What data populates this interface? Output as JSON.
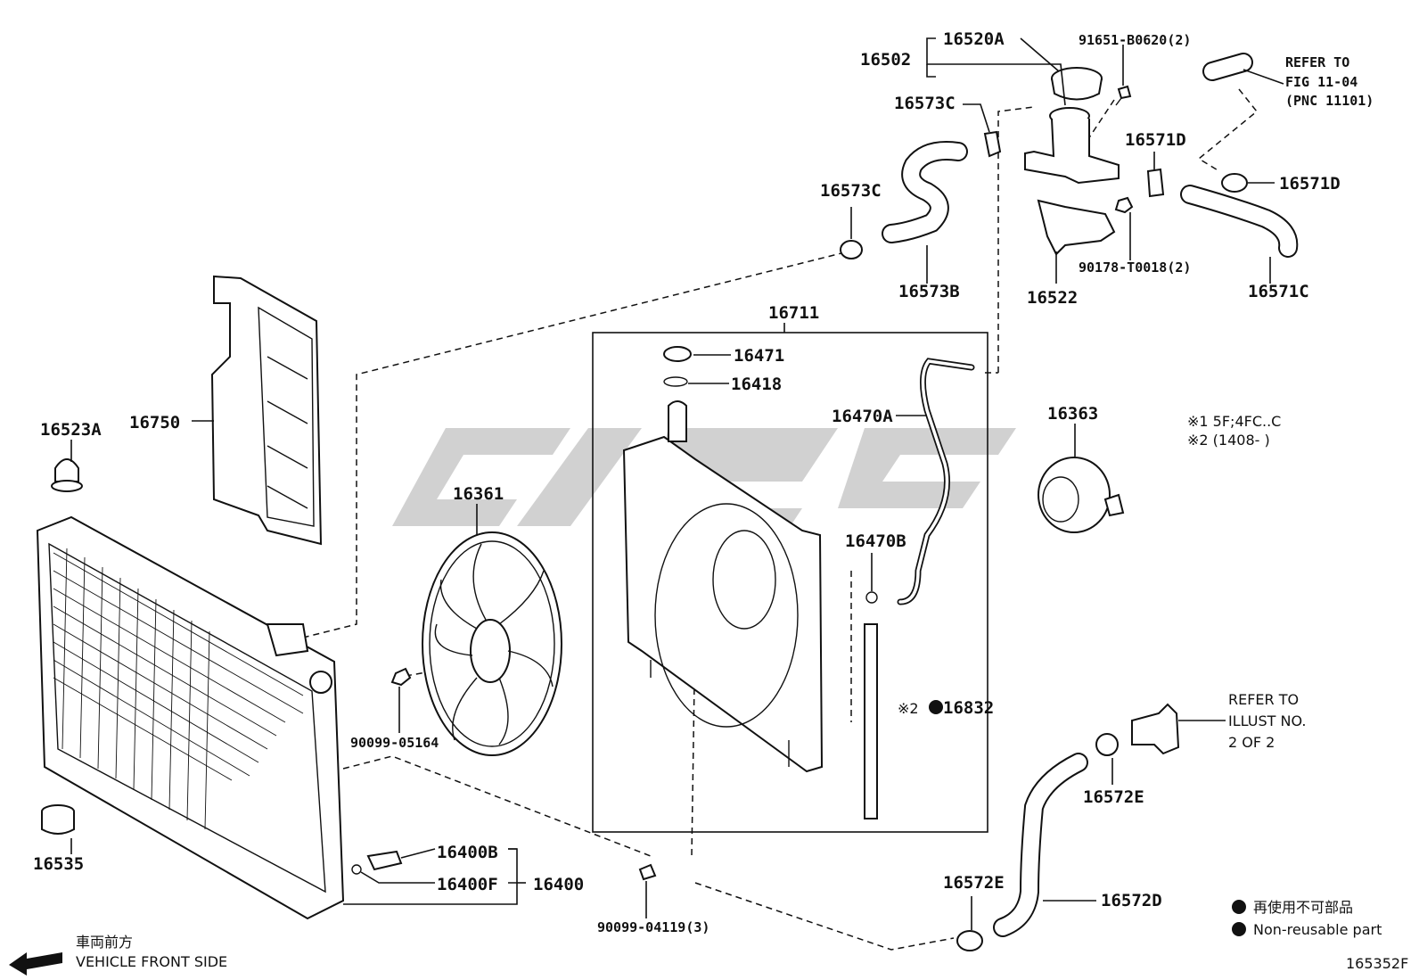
{
  "diagram_id": "165352F",
  "part_labels": {
    "p16502": "16502",
    "p16520A": "16520A",
    "p91651": "91651-B0620(2)",
    "p16573C_a": "16573C",
    "p16573C_b": "16573C",
    "p16573B": "16573B",
    "p16571D_a": "16571D",
    "p16571D_b": "16571D",
    "p16571C": "16571C",
    "p16522": "16522",
    "p90178": "90178-T0018(2)",
    "p16711": "16711",
    "p16471": "16471",
    "p16418": "16418",
    "p16470A": "16470A",
    "p16470B": "16470B",
    "p16363": "16363",
    "p16750": "16750",
    "p16523A": "16523A",
    "p16361": "16361",
    "p90099_05164": "90099-05164",
    "p16832": "16832",
    "p16535": "16535",
    "p16400B": "16400B",
    "p16400F": "16400F",
    "p16400": "16400",
    "p90099_04119": "90099-04119(3)",
    "p16572E_a": "16572E",
    "p16572E_b": "16572E",
    "p16572D": "16572D"
  },
  "refer_fig": {
    "line1": "REFER TO",
    "line2": "FIG 11-04",
    "line3": "(PNC 11101)"
  },
  "refer_illust": {
    "line1": "REFER TO",
    "line2": "ILLUST NO.",
    "line3": "2 OF 2"
  },
  "notes": {
    "note1": "※1 5F;4FC..C",
    "note2": "※2 (1408-      )",
    "mark2": "※2"
  },
  "legend": {
    "jp": "再使用不可部品",
    "en": "Non-reusable part"
  },
  "front_side": {
    "jp": "車両前方",
    "en": "VEHICLE FRONT SIDE"
  }
}
